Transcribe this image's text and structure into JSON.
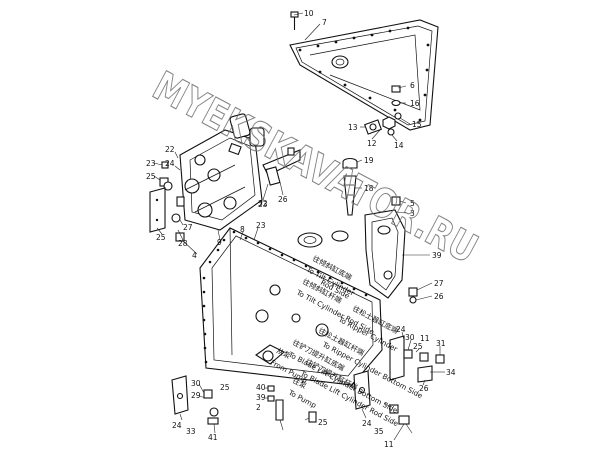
{
  "watermark": "MYEKSKAVATOR.RU",
  "callouts": [
    {
      "id": "c1",
      "text": "10"
    },
    {
      "id": "c2",
      "text": "7"
    },
    {
      "id": "c3",
      "text": "6"
    },
    {
      "id": "c4",
      "text": "16"
    },
    {
      "id": "c5",
      "text": "15"
    },
    {
      "id": "c6",
      "text": "13"
    },
    {
      "id": "c7",
      "text": "12"
    },
    {
      "id": "c8",
      "text": "14"
    },
    {
      "id": "c9",
      "text": "19"
    },
    {
      "id": "c10",
      "text": "18"
    },
    {
      "id": "c11",
      "text": "5"
    },
    {
      "id": "c12",
      "text": "3"
    },
    {
      "id": "c13",
      "text": "23"
    },
    {
      "id": "c14",
      "text": "25"
    },
    {
      "id": "c15",
      "text": "22"
    },
    {
      "id": "c16",
      "text": "24"
    },
    {
      "id": "c17",
      "text": "23"
    },
    {
      "id": "c18",
      "text": "26"
    },
    {
      "id": "c19",
      "text": "25"
    },
    {
      "id": "c20",
      "text": "27"
    },
    {
      "id": "c21",
      "text": "28"
    },
    {
      "id": "c22",
      "text": "4"
    },
    {
      "id": "c23",
      "text": "9"
    },
    {
      "id": "c24",
      "text": "8"
    },
    {
      "id": "c25",
      "text": "23"
    },
    {
      "id": "c26",
      "text": "32"
    },
    {
      "id": "c27",
      "text": "39"
    },
    {
      "id": "c28",
      "text": "27"
    },
    {
      "id": "c29",
      "text": "26"
    },
    {
      "id": "c30",
      "text": "24"
    },
    {
      "id": "c31",
      "text": "30"
    },
    {
      "id": "c32",
      "text": "25"
    },
    {
      "id": "c33",
      "text": "11"
    },
    {
      "id": "c34",
      "text": "31"
    },
    {
      "id": "c35",
      "text": "34"
    },
    {
      "id": "c36",
      "text": "26"
    },
    {
      "id": "c37",
      "text": "30"
    },
    {
      "id": "c38",
      "text": "29"
    },
    {
      "id": "c39",
      "text": "25"
    },
    {
      "id": "c40",
      "text": "24"
    },
    {
      "id": "c41",
      "text": "33"
    },
    {
      "id": "c42",
      "text": "41"
    },
    {
      "id": "c43",
      "text": "40"
    },
    {
      "id": "c44",
      "text": "39"
    },
    {
      "id": "c45",
      "text": "2"
    },
    {
      "id": "c46",
      "text": "25"
    },
    {
      "id": "c47",
      "text": "24"
    },
    {
      "id": "c48",
      "text": "35"
    },
    {
      "id": "c49",
      "text": "11"
    }
  ],
  "captions": [
    {
      "id": "t1",
      "text": "往倾斜缸底端"
    },
    {
      "id": "t2",
      "text": "To Tilt Cylinder"
    },
    {
      "id": "t3",
      "text": "Rod Side"
    },
    {
      "id": "t4",
      "text": "往倾斜缸杆端"
    },
    {
      "id": "t5",
      "text": "To Tilt Cylinder Rod Side"
    },
    {
      "id": "t6",
      "text": "往松土器缸底端"
    },
    {
      "id": "t7",
      "text": "To Ripper Cylinder"
    },
    {
      "id": "t8",
      "text": "往松土器缸杆端"
    },
    {
      "id": "t9",
      "text": "To Ripper Cylinder Bottom Side"
    },
    {
      "id": "t10",
      "text": "往铲刀提升缸底端"
    },
    {
      "id": "t11",
      "text": "To Blade Lift Cylinder Bottom Side"
    },
    {
      "id": "t12",
      "text": "从泵"
    },
    {
      "id": "t13",
      "text": "From Pump"
    },
    {
      "id": "t14",
      "text": "往铲刀提升缸杆端"
    },
    {
      "id": "t15",
      "text": "To Blade Lift Cylinder Rod Side"
    },
    {
      "id": "t16",
      "text": "往泵"
    },
    {
      "id": "t17",
      "text": "To Pump"
    }
  ]
}
